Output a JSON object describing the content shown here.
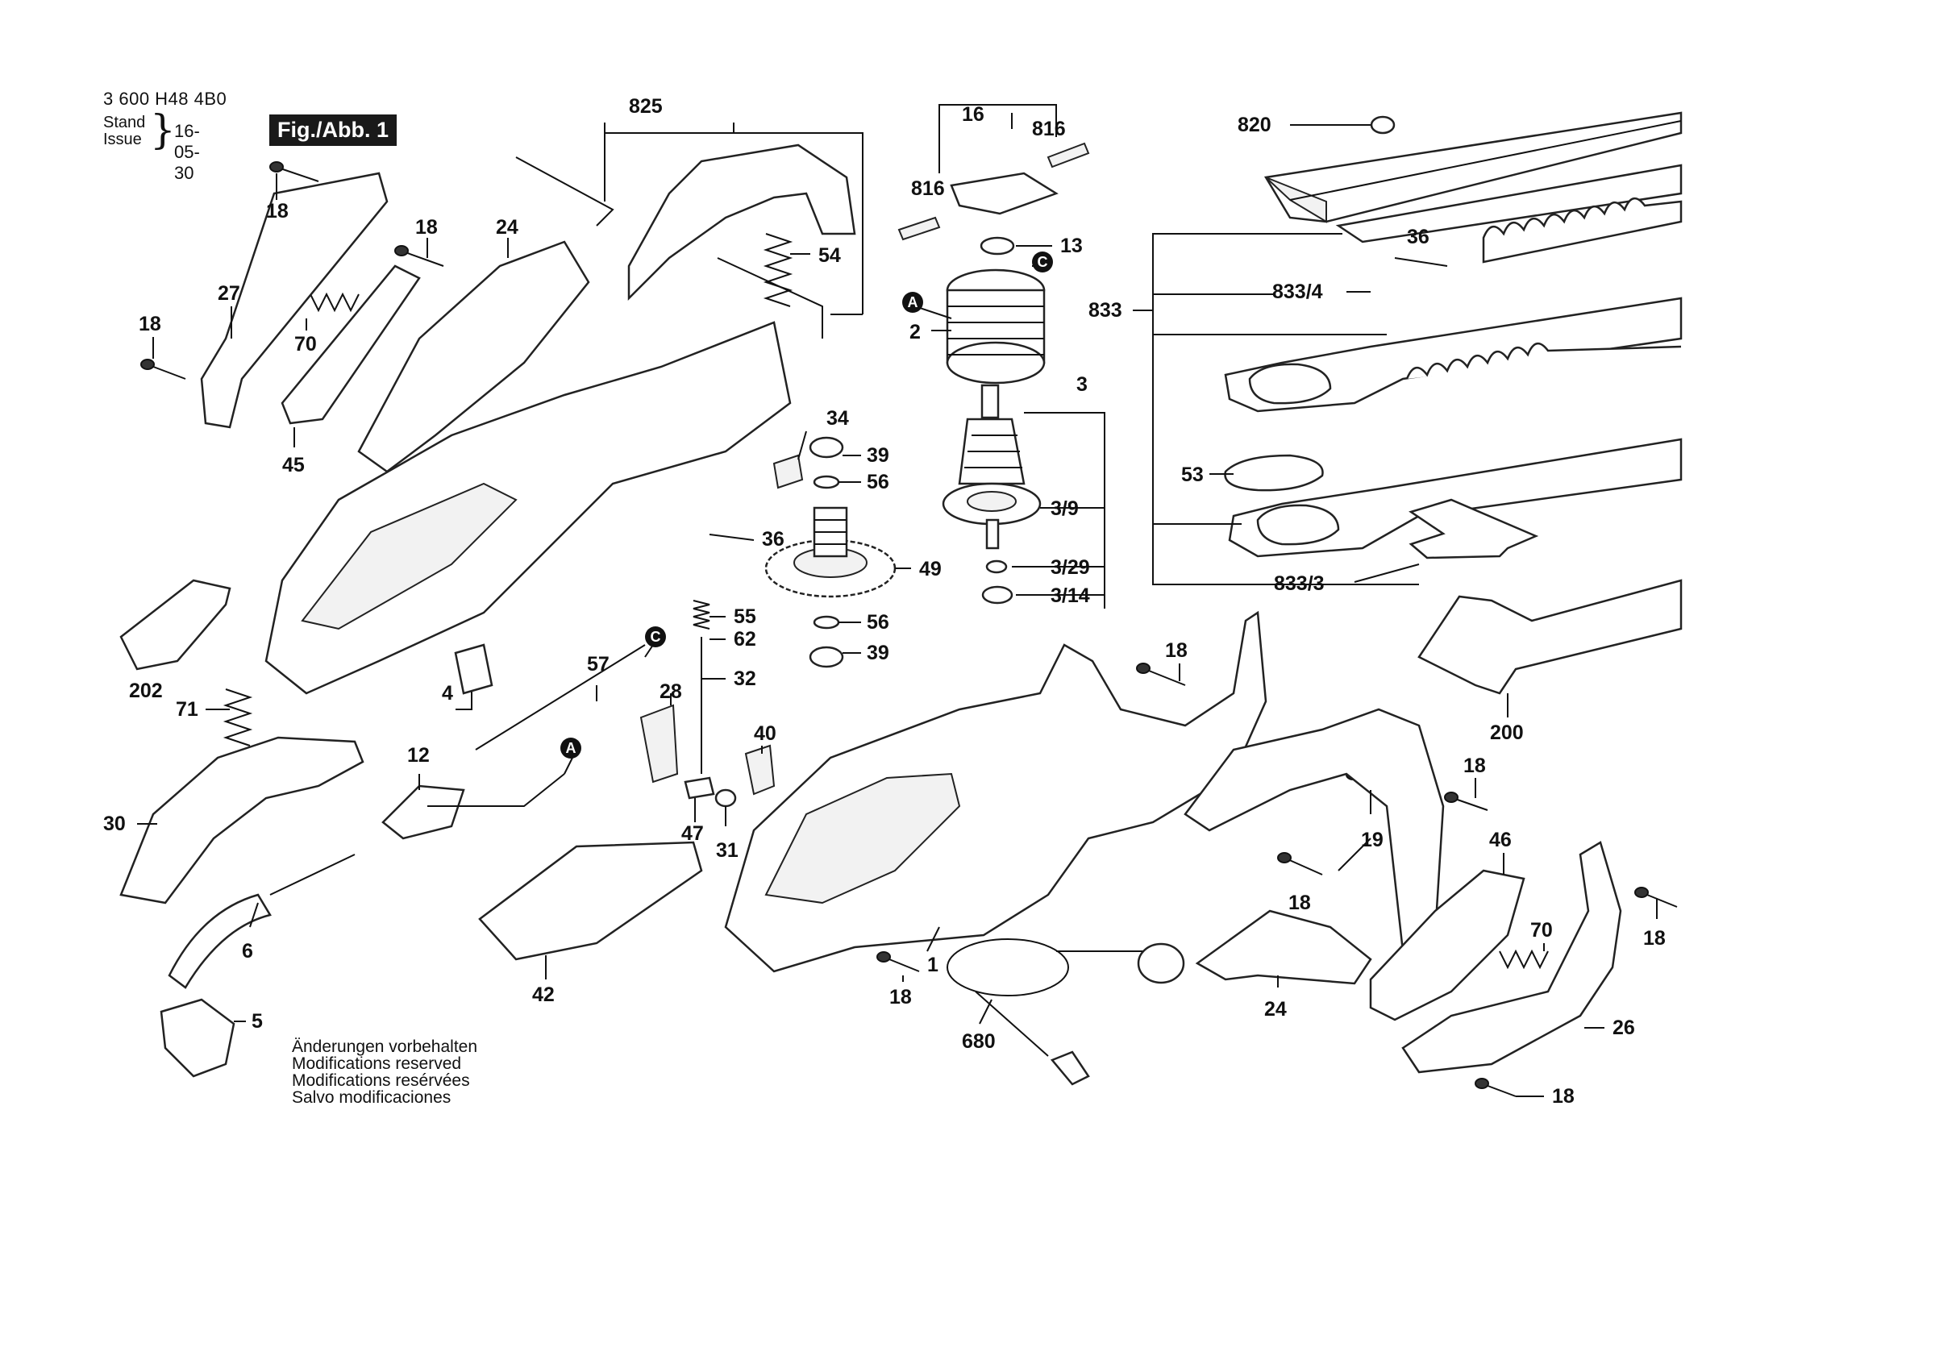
{
  "header": {
    "doc_number": "3 600 H48 4B0",
    "stand": "Stand",
    "issue": "Issue",
    "date": "16-05-30",
    "figure": "Fig./Abb. 1"
  },
  "notes": [
    "Änderungen vorbehalten",
    "Modifications reserved",
    "Modifications resérvées",
    "Salvo modificaciones"
  ],
  "markers": {
    "a": "A",
    "c": "C"
  },
  "labels": {
    "p825": "825",
    "p16": "16",
    "p816a": "816",
    "p816b": "816",
    "p820": "820",
    "p18a": "18",
    "p18b": "18",
    "p18c": "18",
    "p24a": "24",
    "p27": "27",
    "p70a": "70",
    "p45": "45",
    "p54": "54",
    "p13": "13",
    "p2": "2",
    "p36a": "36",
    "p833_4": "833/4",
    "p833": "833",
    "p3": "3",
    "p34": "34",
    "p39a": "39",
    "p56a": "56",
    "p36b": "36",
    "p49": "49",
    "p3_9": "3/9",
    "p3_29": "3/29",
    "p3_14": "3/14",
    "p53": "53",
    "p833_3": "833/3",
    "p202": "202",
    "p55": "55",
    "p62": "62",
    "p56b": "56",
    "p39b": "39",
    "p57": "57",
    "p4": "4",
    "p32": "32",
    "p28": "28",
    "p71": "71",
    "p40": "40",
    "p12": "12",
    "p30": "30",
    "p47": "47",
    "p31": "31",
    "p18d": "18",
    "p200": "200",
    "p18e": "18",
    "p19": "19",
    "p46": "46",
    "p18f": "18",
    "p70b": "70",
    "p18g": "18",
    "p6": "6",
    "p42": "42",
    "p1": "1",
    "p18h": "18",
    "p24b": "24",
    "p5": "5",
    "p680": "680",
    "p26": "26",
    "p18i": "18"
  }
}
